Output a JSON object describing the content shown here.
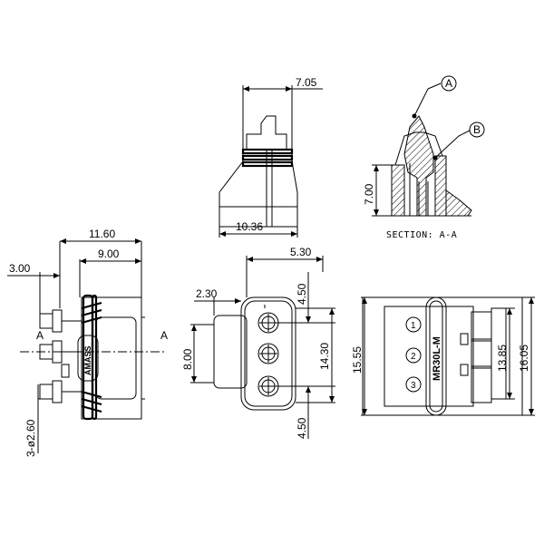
{
  "top_view": {
    "dim_width_top": "7.05",
    "dim_width_bottom": "10.36"
  },
  "section_view": {
    "label": "SECTION: A-A",
    "callout_a": "A",
    "callout_b": "B",
    "dim_height": "7.00"
  },
  "side_view": {
    "dim_total_length": "11.60",
    "dim_body_length": "9.00",
    "dim_pin_offset": "3.00",
    "dim_pin_dia": "3-ø2.60",
    "section_mark_left": "A",
    "section_mark_right": "A",
    "logo_text": "AMASS"
  },
  "front_view": {
    "dim_width": "5.30",
    "dim_flange": "2.30",
    "dim_top_pitch": "4.50",
    "dim_center_span": "14.30",
    "dim_bottom_pitch": "4.50",
    "dim_inner_height": "8.00"
  },
  "rear_view": {
    "dim_outer_height": "15.55",
    "dim_inner_height": "13.85",
    "dim_total_height": "16.05",
    "model_label": "MR30L-M",
    "pin_labels": [
      "1",
      "2",
      "3"
    ]
  }
}
